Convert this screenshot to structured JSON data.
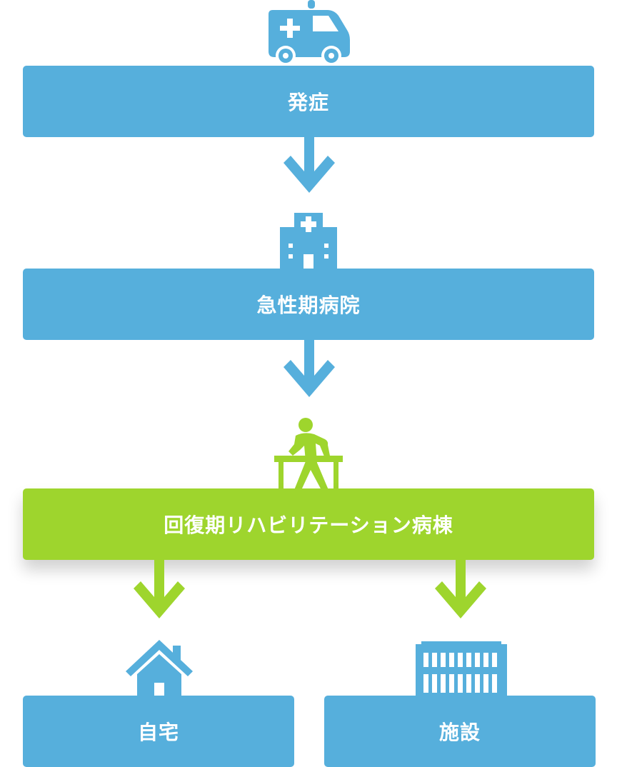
{
  "colors": {
    "blue": "#56afdc",
    "green": "#9ed52d",
    "white": "#ffffff"
  },
  "steps": {
    "onset": {
      "label": "発症",
      "icon": "ambulance-icon"
    },
    "acute_hospital": {
      "label": "急性期病院",
      "icon": "hospital-icon"
    },
    "rehab_ward": {
      "label": "回復期リハビリテーション病棟",
      "icon": "rehabilitation-walker-icon"
    },
    "home": {
      "label": "自宅",
      "icon": "house-icon"
    },
    "facility": {
      "label": "施設",
      "icon": "facility-building-icon"
    }
  }
}
